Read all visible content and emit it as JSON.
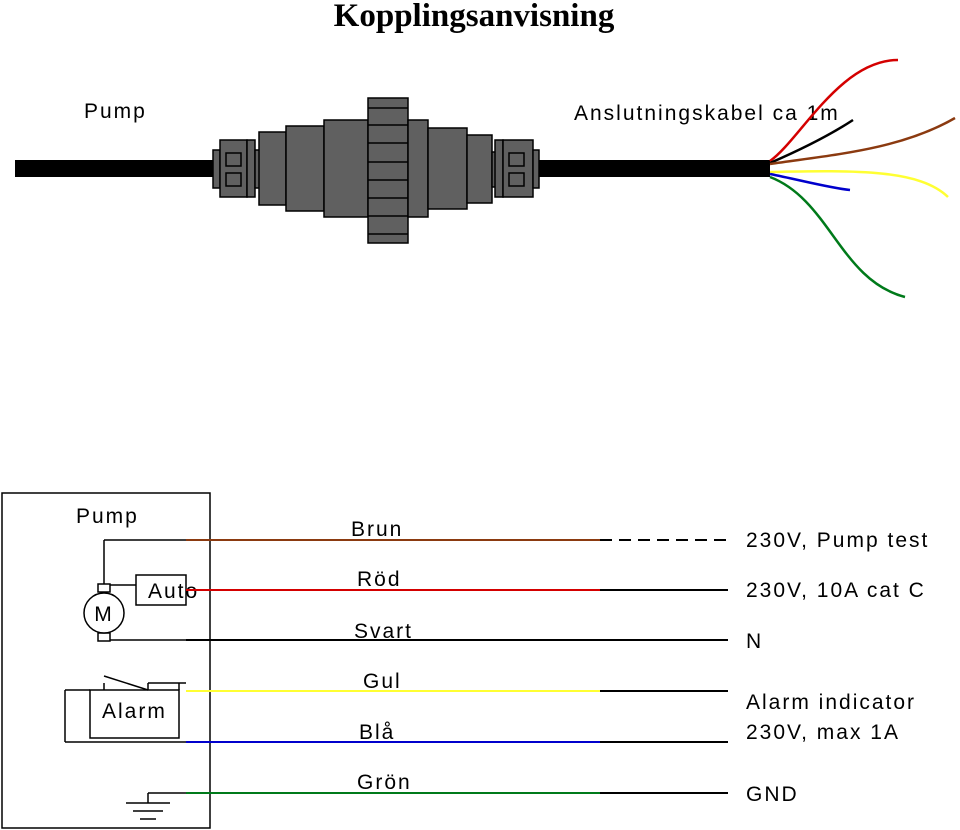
{
  "title": "Kopplingsanvisning",
  "top": {
    "pump_label": "Pump",
    "cable_label": "Anslutningskabel ca 1m"
  },
  "schematic": {
    "box_label": "Pump",
    "motor_symbol": "M",
    "auto_label": "Auto",
    "alarm_label": "Alarm",
    "wires": [
      {
        "name": "Brun",
        "color": "#8b3a10",
        "terminal": "230V, Pump test",
        "dashed": true
      },
      {
        "name": "Röd",
        "color": "#d40000",
        "terminal": "230V, 10A cat C",
        "dashed": false
      },
      {
        "name": "Svart",
        "color": "#000000",
        "terminal": "N",
        "dashed": false
      },
      {
        "name": "Gul",
        "color": "#ffff33",
        "terminal": "Alarm indicator",
        "dashed": false
      },
      {
        "name": "Blå",
        "color": "#0000cc",
        "terminal": "230V, max 1A",
        "dashed": false
      },
      {
        "name": "Grön",
        "color": "#007a1a",
        "terminal": "GND",
        "dashed": false
      }
    ]
  }
}
